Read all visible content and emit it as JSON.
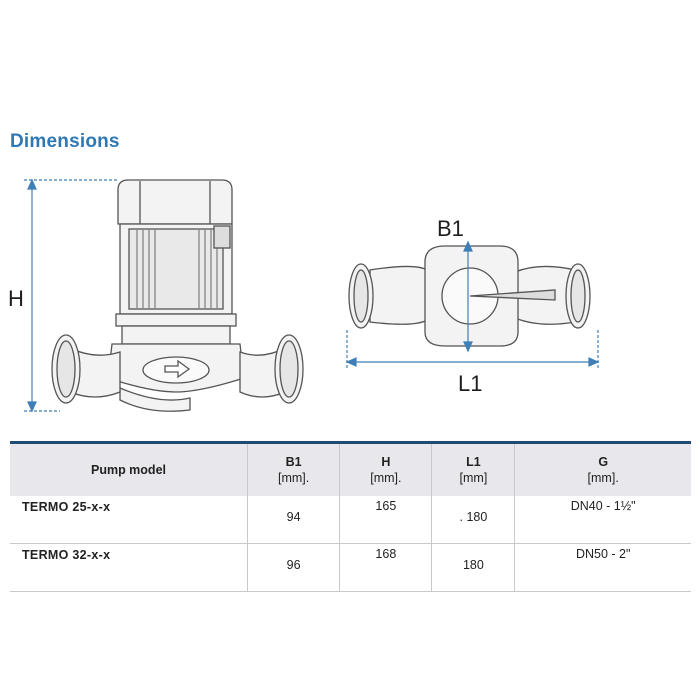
{
  "heading": "Dimensions",
  "labels": {
    "height": "H",
    "width_b1": "B1",
    "length_l1": "L1"
  },
  "table": {
    "columns": [
      {
        "name": "Pump model",
        "unit": ""
      },
      {
        "name": "B1",
        "unit": "[mm]."
      },
      {
        "name": "H",
        "unit": "[mm]."
      },
      {
        "name": "L1",
        "unit": "[mm]"
      },
      {
        "name": "G",
        "unit": "[mm]."
      }
    ],
    "rows": [
      {
        "model": "TERMO 25-x-x",
        "b1": "94",
        "h": "165",
        "l1": ".  180",
        "g": "DN40 - 1½\""
      },
      {
        "model": "TERMO 32-x-x",
        "b1": "96",
        "h": "168",
        "l1": "180",
        "g": "DN50 - 2\""
      }
    ]
  },
  "colors": {
    "heading": "#2f78b4",
    "dimension_line": "#3f7fb8",
    "header_bg": "#e8e8ec",
    "table_rule": "#1f4b70"
  }
}
